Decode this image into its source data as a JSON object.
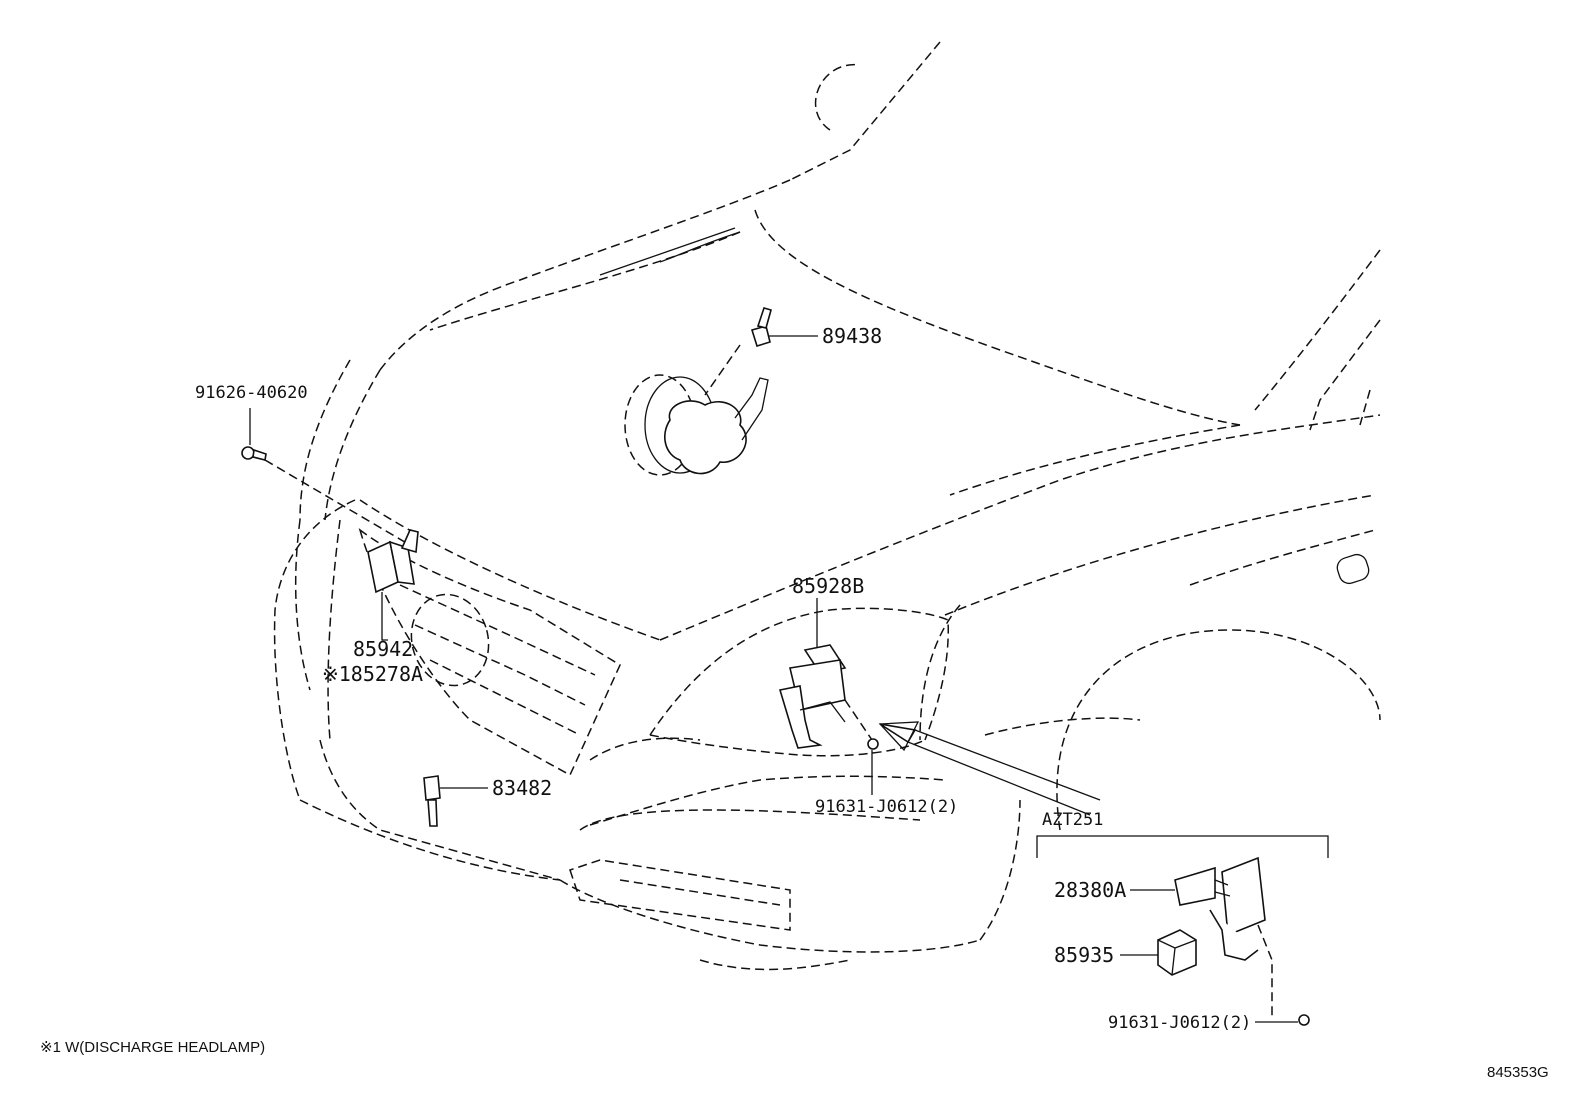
{
  "labels": {
    "p89438": "89438",
    "p91626": "91626-40620",
    "p85928b": "85928B",
    "p85942": "85942",
    "p85278a": "※185278A",
    "p83482": "83482",
    "p91631a": "91631-J0612(2)",
    "azt": "AZT251",
    "p28380a": "28380A",
    "p85935": "85935",
    "p91631b": "91631-J0612(2)"
  },
  "footnote": "※1 W(DISCHARGE HEADLAMP)",
  "drawing_number": "845353G"
}
